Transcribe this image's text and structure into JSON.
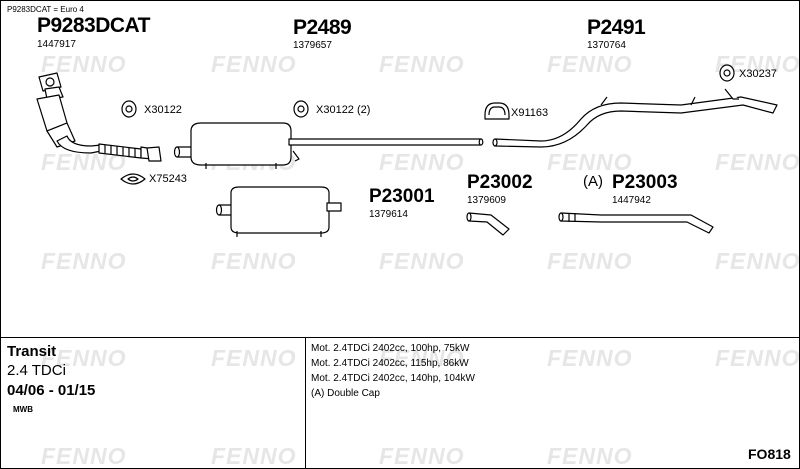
{
  "header": {
    "note": "P9283DCAT = Euro 4"
  },
  "watermark": {
    "text": "FENNO",
    "color": "#e6e6e6"
  },
  "parts": {
    "catalyst": {
      "code": "P9283DCAT",
      "number": "1447917"
    },
    "front_pipe": {
      "code": "P2489",
      "number": "1379657"
    },
    "rear_pipe": {
      "code": "P2491",
      "number": "1370764"
    },
    "middle_box": {
      "code": "P23001",
      "number": "1379614"
    },
    "tail_short": {
      "code": "P23002",
      "number": "1379609"
    },
    "tail_long": {
      "code": "P23003",
      "number": "1447942",
      "prefix": "(A)"
    }
  },
  "accessories": {
    "mount_1": "X30122",
    "mount_2": "X30122 (2)",
    "clamp": "X91163",
    "mount_rear": "X30237",
    "gasket": "X75243"
  },
  "vehicle": {
    "model": "Transit",
    "engine": "2.4 TDCi",
    "years": "04/06 - 01/15",
    "body": "MWB"
  },
  "motors": [
    "Mot. 2.4TDCi 2402cc, 100hp, 75kW",
    "Mot. 2.4TDCi 2402cc, 115hp, 86kW",
    "Mot. 2.4TDCi 2402cc, 140hp, 104kW",
    "(A) Double Cap"
  ],
  "reference": "FO818"
}
